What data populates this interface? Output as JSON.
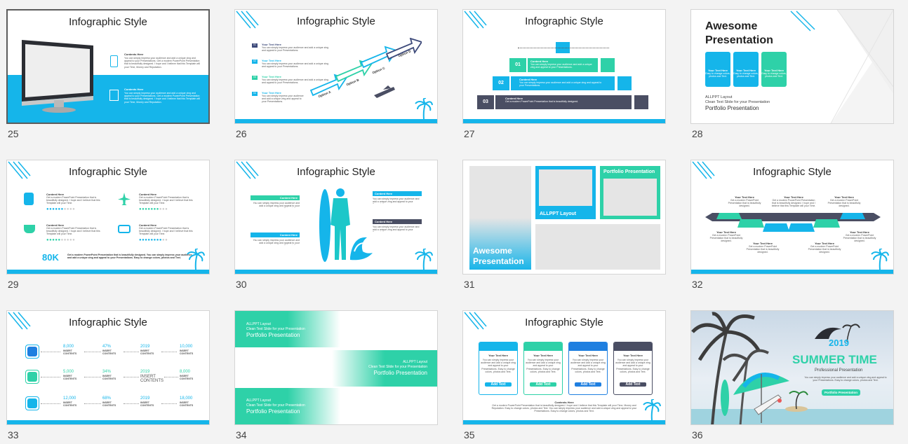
{
  "slides": [
    {
      "number": "25",
      "title": "Infographic Style",
      "head1": "Contents Here",
      "head2": "Contents Here",
      "body": "You can simply impress your audience and add a unique zing and appeal to your Presentations. Get a modern PowerPoint Presentation that is beautifully designed. I hope and I believe that this Template will your Time, Money and Reputation."
    },
    {
      "number": "26",
      "title": "Infographic Style",
      "items": [
        "Your Text Here",
        "Your Text Here",
        "Your Text Here",
        "Your Text Here"
      ],
      "markers": [
        "01",
        "02",
        "03",
        "04"
      ],
      "options": [
        "Option A",
        "Option B",
        "Option C",
        "Option D"
      ],
      "body": "You can simply impress your audience and add a unique zing and appeal to your Presentations."
    },
    {
      "number": "27",
      "title": "Infographic Style",
      "steps": [
        "01",
        "02",
        "03"
      ],
      "head": "Content Here",
      "body": "You can simply impress your audience and add a unique zing and appeal to your Presentations.",
      "body3": "Get a modern PowerPoint Presentation that is beautifully designed."
    },
    {
      "number": "28",
      "title_line1": "Awesome",
      "title_line2": "Presentation",
      "cards": [
        "Your Text Here",
        "Your Text Here",
        "Your Text Here"
      ],
      "card_body": "Easy to change colors, photos and Text.",
      "footer1": "ALLPPT Layout",
      "footer2": "Clean Text Slide for your Presentation",
      "footer3": "Portfolio Presentation"
    },
    {
      "number": "29",
      "title": "Infographic Style",
      "head": "Content Here",
      "body": "Get a modern PowerPoint Presentation that is beautifully designed. I hope and I believe that this Template will your Time.",
      "stat": "80K",
      "stat_text": "Get a modern PowerPoint Presentation that is beautifully designed. You can simply impress your audience and add a unique zing and appeal to your Presentations. Easy to change colors, photos and Text."
    },
    {
      "number": "30",
      "title": "Infographic Style",
      "labels": [
        "Content Here",
        "Content Here",
        "Content Here",
        "Content Here"
      ],
      "body": "You can simply impress your audience and add a unique zing and appeal to your Presentations."
    },
    {
      "number": "31",
      "box1": "ALLPPT Layout",
      "box2": "Portfolio Presentation",
      "big1": "Awesome",
      "big2": "Presentation"
    },
    {
      "number": "32",
      "title": "Infographic Style",
      "head": "Your Text Here",
      "body": "Get a modern PowerPoint Presentation that is beautifully designed.",
      "body_long": "Get a modern PowerPoint Presentation that is beautifully designed. I hope and I believe that this Template will your Time."
    },
    {
      "number": "33",
      "title": "Infographic Style",
      "rows": [
        {
          "cells": [
            "8,000",
            "47%",
            "2019",
            "10,000"
          ]
        },
        {
          "cells": [
            "5,000",
            "34%",
            "2019",
            "8,000"
          ]
        },
        {
          "cells": [
            "12,000",
            "68%",
            "2019",
            "18,000"
          ]
        }
      ],
      "sub": "INSERT CONTENTS"
    },
    {
      "number": "34",
      "l1": "ALLPPT Layout",
      "l2": "Clean Text Slide for your Presentation",
      "l3": "Portfolio Presentation"
    },
    {
      "number": "35",
      "title": "Infographic Style",
      "cards": [
        "Your Text Here",
        "Your Text Here",
        "Your Text Here",
        "Your Text Here"
      ],
      "card_body": "You can simply impress your audience and add a unique zing and appeal to your Presentations. Easy to change colors, photos and Text.",
      "btn": "Add Text",
      "head": "Contents Here",
      "footer": "Get a modern PowerPoint Presentation that is beautifully designed. I hope and I believe that this Template will your Time, Money and Reputation. Easy to change colors, photos and Text. You can simply impress your audience and add a unique zing and appeal to your Presentations. Easy to change colors, photos and Text."
    },
    {
      "number": "36",
      "year": "2019",
      "title": "SUMMER TIME",
      "subtitle": "Professional Presentation",
      "body": "You can simply impress your audience and add a unique zing and appeal to your Presentations. Easy to change colors, photos and Text.",
      "btn": "Portfolio Presentation"
    }
  ],
  "colors": {
    "accent": "#15b5ea",
    "teal": "#2ed1a8",
    "dark": "#4a4e63"
  }
}
